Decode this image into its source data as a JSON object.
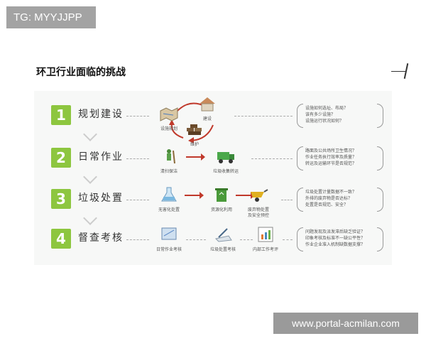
{
  "badge": {
    "text": "TG: MYYJJPP"
  },
  "title": "环卫行业面临的挑战",
  "watermark": "www.portal-acmilan.com",
  "rows": [
    {
      "num": "1",
      "label": "规划建设",
      "stages": [
        {
          "cap": "设施规划",
          "icon": "map-icon"
        },
        {
          "cap": "建设",
          "icon": "house-icon"
        },
        {
          "cap": "维护",
          "icon": "bricks-icon"
        }
      ],
      "questions": [
        "设施如何选址、布局？",
        "该有多少设施？",
        "设施运行状况如何？"
      ]
    },
    {
      "num": "2",
      "label": "日常作业",
      "stages": [
        {
          "cap": "清扫保洁",
          "icon": "sweeper-icon"
        },
        {
          "cap": "垃圾收集转运",
          "icon": "garbage-truck-icon"
        }
      ],
      "questions": [
        "路面及公共场所卫生情况？",
        "作业任务执行效率及质量？",
        "转运及运输环节是否规范？"
      ]
    },
    {
      "num": "3",
      "label": "垃圾处置",
      "stages": [
        {
          "cap": "无害化处置",
          "icon": "flask-icon"
        },
        {
          "cap": "资源化利用",
          "icon": "recycle-bin-icon"
        },
        {
          "cap": "废弃物处置\n及安全预控",
          "icon": "wheelbarrow-icon"
        }
      ],
      "questions": [
        "垃圾处置计量数据不一致？",
        "外排的废弃物是否达标？",
        "处置是否规范、安全？"
      ]
    },
    {
      "num": "4",
      "label": "督查考核",
      "stages": [
        {
          "cap": "日常作业考核",
          "icon": "map-check-icon"
        },
        {
          "cap": "垃圾处置考核",
          "icon": "document-pen-icon"
        },
        {
          "cap": "内部工作考评",
          "icon": "report-chart-icon"
        }
      ],
      "questions": [
        "问题发现及派发滞后缺乏验证？",
        "印象考核及标准不一缺公平性？",
        "作业企业准入机制缺数据支撑？"
      ]
    }
  ]
}
